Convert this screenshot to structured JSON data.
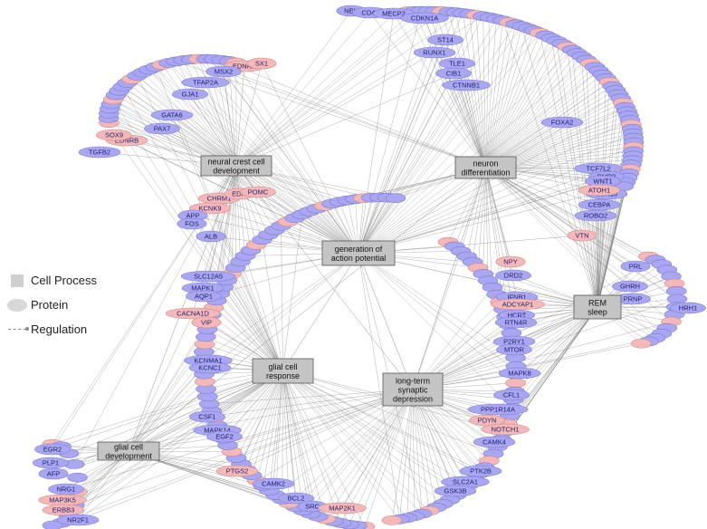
{
  "legend": {
    "cell_process": "Cell Process",
    "protein": "Protein",
    "regulation": "Regulation"
  },
  "colors": {
    "process_fill": "#c4c4c4",
    "protein_blue": "#a9a6f2",
    "protein_pink": "#f4b8b8",
    "edge": "#777777"
  },
  "processes": [
    {
      "id": "neural-crest",
      "lines": [
        "neural crest cell",
        "development"
      ]
    },
    {
      "id": "neuron-diff",
      "lines": [
        "neuron",
        "differentiation"
      ]
    },
    {
      "id": "action-potential",
      "lines": [
        "generation of",
        "action potential"
      ]
    },
    {
      "id": "rem-sleep",
      "lines": [
        "REM",
        "sleep"
      ]
    },
    {
      "id": "glial-response",
      "lines": [
        "glial cell",
        "response"
      ]
    },
    {
      "id": "ltd",
      "lines": [
        "long-term",
        "synaptic",
        "depression"
      ]
    },
    {
      "id": "glial-dev",
      "lines": [
        "glial cell",
        "development"
      ]
    }
  ],
  "proteins": [
    {
      "label": "NEU",
      "color": "blue"
    },
    {
      "label": "CD40",
      "color": "blue"
    },
    {
      "label": "MECP2",
      "color": "blue"
    },
    {
      "label": "CDKN1A",
      "color": "blue"
    },
    {
      "label": "ST14",
      "color": "blue"
    },
    {
      "label": "RUNX1",
      "color": "blue"
    },
    {
      "label": "TLE1",
      "color": "blue"
    },
    {
      "label": "CTNNB1",
      "color": "blue"
    },
    {
      "label": "CIB1",
      "color": "blue"
    },
    {
      "label": "FOXA2",
      "color": "blue"
    },
    {
      "label": "TCF7L2",
      "color": "blue"
    },
    {
      "label": "BMP2",
      "color": "blue"
    },
    {
      "label": "SOX10",
      "color": "blue"
    },
    {
      "label": "CEBPA",
      "color": "blue"
    },
    {
      "label": "WNT1",
      "color": "blue"
    },
    {
      "label": "ATOH1",
      "color": "pink"
    },
    {
      "label": "ROBO2",
      "color": "blue"
    },
    {
      "label": "VTN",
      "color": "pink"
    },
    {
      "label": "EDNRA",
      "color": "pink"
    },
    {
      "label": "SX1",
      "color": "pink"
    },
    {
      "label": "MSX2",
      "color": "blue"
    },
    {
      "label": "TFAP2A",
      "color": "blue"
    },
    {
      "label": "GJA1",
      "color": "blue"
    },
    {
      "label": "GATA6",
      "color": "blue"
    },
    {
      "label": "PAX7",
      "color": "blue"
    },
    {
      "label": "EDNRB",
      "color": "pink"
    },
    {
      "label": "SOX9",
      "color": "pink"
    },
    {
      "label": "TGFB2",
      "color": "blue"
    },
    {
      "label": "CHRM1",
      "color": "pink"
    },
    {
      "label": "KCNK9",
      "color": "pink"
    },
    {
      "label": "EDN",
      "color": "pink"
    },
    {
      "label": "POMC",
      "color": "pink"
    },
    {
      "label": "APP",
      "color": "blue"
    },
    {
      "label": "FOS",
      "color": "blue"
    },
    {
      "label": "ALB",
      "color": "blue"
    },
    {
      "label": "SLC12A5",
      "color": "blue"
    },
    {
      "label": "MAPK1",
      "color": "blue"
    },
    {
      "label": "AQP1",
      "color": "blue"
    },
    {
      "label": "CACNA1D",
      "color": "pink"
    },
    {
      "label": "VIP",
      "color": "pink"
    },
    {
      "label": "KCNMA1",
      "color": "blue"
    },
    {
      "label": "KCNC1",
      "color": "blue"
    },
    {
      "label": "NPY",
      "color": "pink"
    },
    {
      "label": "DRD2",
      "color": "blue"
    },
    {
      "label": "IFNB1",
      "color": "blue"
    },
    {
      "label": "ADCYAP1",
      "color": "pink"
    },
    {
      "label": "HCRT",
      "color": "blue"
    },
    {
      "label": "RTN4R",
      "color": "blue"
    },
    {
      "label": "P2RY1",
      "color": "blue"
    },
    {
      "label": "MTOR",
      "color": "blue"
    },
    {
      "label": "MAPK8",
      "color": "blue"
    },
    {
      "label": "CFL1",
      "color": "blue"
    },
    {
      "label": "PPP1R14A",
      "color": "blue"
    },
    {
      "label": "PDYN",
      "color": "pink"
    },
    {
      "label": "NOTCH1",
      "color": "pink"
    },
    {
      "label": "CAMK4",
      "color": "blue"
    },
    {
      "label": "PTK2B",
      "color": "blue"
    },
    {
      "label": "SLC2A1",
      "color": "blue"
    },
    {
      "label": "GSK3B",
      "color": "blue"
    },
    {
      "label": "CSF1",
      "color": "blue"
    },
    {
      "label": "MAPK14",
      "color": "blue"
    },
    {
      "label": "EGF2",
      "color": "blue"
    },
    {
      "label": "PTGS2",
      "color": "pink"
    },
    {
      "label": "CAMK2",
      "color": "blue"
    },
    {
      "label": "BCL2",
      "color": "blue"
    },
    {
      "label": "SRC",
      "color": "blue"
    },
    {
      "label": "MAP2K1",
      "color": "pink"
    },
    {
      "label": "PRL",
      "color": "blue"
    },
    {
      "label": "GHRH",
      "color": "blue"
    },
    {
      "label": "PRNP",
      "color": "blue"
    },
    {
      "label": "HRH1",
      "color": "blue"
    },
    {
      "label": "EGR2",
      "color": "blue"
    },
    {
      "label": "PLP1",
      "color": "blue"
    },
    {
      "label": "AFP",
      "color": "blue"
    },
    {
      "label": "NRG1",
      "color": "blue"
    },
    {
      "label": "MAP3K5",
      "color": "pink"
    },
    {
      "label": "ERBB3",
      "color": "pink"
    },
    {
      "label": "NR2F1",
      "color": "blue"
    }
  ]
}
